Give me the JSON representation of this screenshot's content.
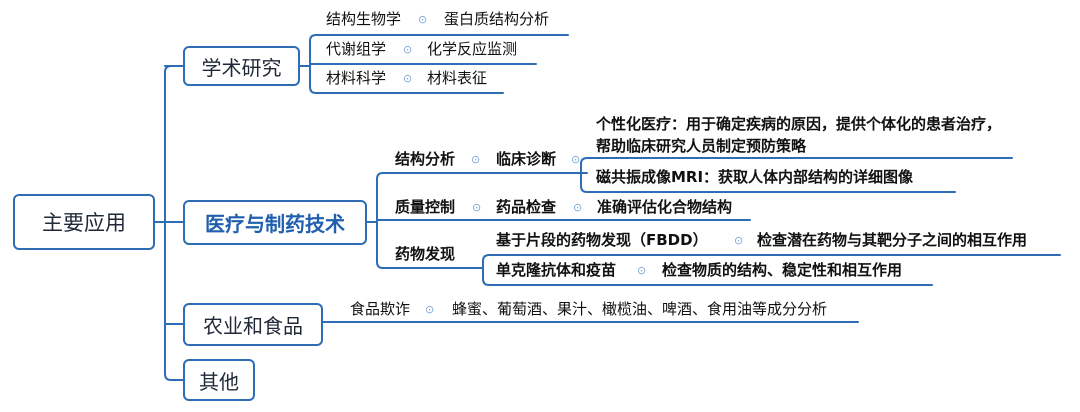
{
  "root": {
    "label": "主要应用"
  },
  "academic": {
    "label": "学术研究",
    "rows": [
      {
        "field": "结构生物学",
        "detail": "蛋白质结构分析"
      },
      {
        "field": "代谢组学",
        "detail": "化学反应监测"
      },
      {
        "field": "材料科学",
        "detail": "材料表征"
      }
    ]
  },
  "medical": {
    "label": "医疗与制药技术",
    "structure": {
      "label": "结构分析",
      "clinical": "临床诊断",
      "personalized": "个性化医疗：用于确定疾病的原因，提供个体化的患者治疗，帮助临床研究人员制定预防策略",
      "mri": "磁共振成像MRI：获取人体内部结构的详细图像"
    },
    "quality": {
      "label": "质量控制",
      "inspection": "药品检查",
      "detail": "准确评估化合物结构"
    },
    "discovery": {
      "label": "药物发现",
      "fbdd": "基于片段的药物发现（FBDD）",
      "fbdd_detail": "检查潜在药物与其靶分子之间的相互作用",
      "antibody": "单克隆抗体和疫苗",
      "antibody_detail": "检查物质的结构、稳定性和相互作用"
    }
  },
  "agri": {
    "label": "农业和食品",
    "fraud": "食品欺诈",
    "detail": "蜂蜜、葡萄酒、果汁、橄榄油、啤酒、食用油等成分分析"
  },
  "other": {
    "label": "其他"
  },
  "colors": {
    "line": "#2e6db3",
    "text": "#111111",
    "accent": "#1f5fae",
    "dot": "#7aa6d6"
  }
}
